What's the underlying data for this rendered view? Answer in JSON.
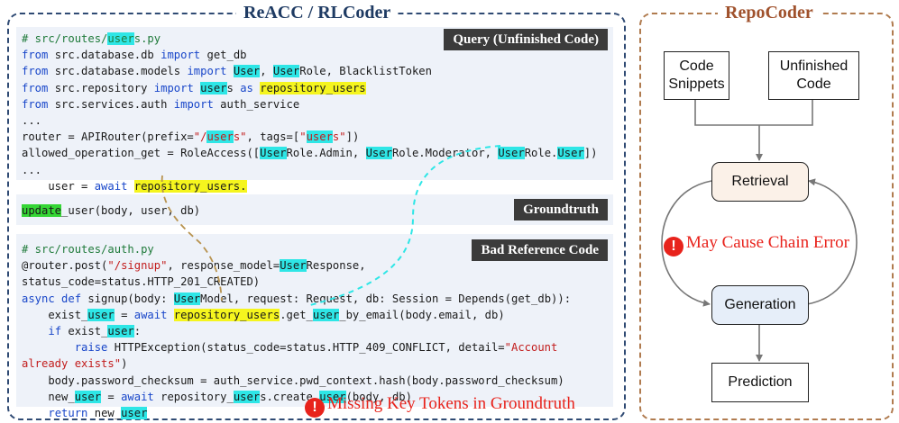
{
  "left_panel": {
    "title": "ReACC / RLCoder"
  },
  "right_panel": {
    "title": "RepoCoder"
  },
  "query": {
    "label": "Query (Unfinished Code)",
    "lines": [
      [
        {
          "t": "# src/routes/",
          "c": "cm"
        },
        {
          "t": "user",
          "c": "cm",
          "h": "c"
        },
        {
          "t": "s.py",
          "c": "cm"
        }
      ],
      [
        {
          "t": "from",
          "c": "kw"
        },
        {
          "t": " src.database.db "
        },
        {
          "t": "import",
          "c": "kw"
        },
        {
          "t": " get_db"
        }
      ],
      [
        {
          "t": "from",
          "c": "kw"
        },
        {
          "t": " src.database.models "
        },
        {
          "t": "import",
          "c": "kw"
        },
        {
          "t": " "
        },
        {
          "t": "User",
          "h": "c"
        },
        {
          "t": ", "
        },
        {
          "t": "User",
          "h": "c"
        },
        {
          "t": "Role, BlacklistToken"
        }
      ],
      [
        {
          "t": "from",
          "c": "kw"
        },
        {
          "t": " src.repository "
        },
        {
          "t": "import",
          "c": "kw"
        },
        {
          "t": " "
        },
        {
          "t": "user",
          "h": "c"
        },
        {
          "t": "s "
        },
        {
          "t": "as",
          "c": "kw"
        },
        {
          "t": " "
        },
        {
          "t": "repository_users",
          "h": "y"
        }
      ],
      [
        {
          "t": "from",
          "c": "kw"
        },
        {
          "t": " src.services.auth "
        },
        {
          "t": "import",
          "c": "kw"
        },
        {
          "t": " auth_service"
        }
      ],
      [
        {
          "t": "..."
        }
      ],
      [
        {
          "t": "router = APIRouter(prefix="
        },
        {
          "t": "\"/",
          "c": "str"
        },
        {
          "t": "user",
          "c": "str",
          "h": "c"
        },
        {
          "t": "s\"",
          "c": "str"
        },
        {
          "t": ", tags=["
        },
        {
          "t": "\"",
          "c": "str"
        },
        {
          "t": "user",
          "c": "str",
          "h": "c"
        },
        {
          "t": "s\"",
          "c": "str"
        },
        {
          "t": "])"
        }
      ],
      [
        {
          "t": "allowed_operation_get = RoleAccess(["
        },
        {
          "t": "User",
          "h": "c"
        },
        {
          "t": "Role.Admin, "
        },
        {
          "t": "User",
          "h": "c"
        },
        {
          "t": "Role.Moderator, "
        },
        {
          "t": "User",
          "h": "c"
        },
        {
          "t": "Role."
        },
        {
          "t": "User",
          "h": "c"
        },
        {
          "t": "])"
        }
      ],
      [
        {
          "t": "..."
        }
      ],
      [
        {
          "t": "    user = "
        },
        {
          "t": "await",
          "c": "kw"
        },
        {
          "t": " "
        },
        {
          "t": "repository_users.",
          "h": "y"
        }
      ]
    ]
  },
  "groundtruth": {
    "label": "Groundtruth",
    "lines": [
      [
        {
          "t": "update",
          "h": "g"
        },
        {
          "t": "_user(body, user, db)"
        }
      ]
    ]
  },
  "bad_reference": {
    "label": "Bad Reference Code",
    "lines": [
      [
        {
          "t": "# src/routes/auth.py",
          "c": "cm"
        }
      ],
      [
        {
          "t": "@router.post("
        },
        {
          "t": "\"/signup\"",
          "c": "str"
        },
        {
          "t": ", response_model="
        },
        {
          "t": "User",
          "h": "c"
        },
        {
          "t": "Response,"
        }
      ],
      [
        {
          "t": "status_code=status.HTTP_201_CREATED)"
        }
      ],
      [
        {
          "t": "async def",
          "c": "kw"
        },
        {
          "t": " signup(body: "
        },
        {
          "t": "User",
          "h": "c"
        },
        {
          "t": "Model, request: Request, db: Session = Depends(get_db)):"
        }
      ],
      [
        {
          "t": "    exist_"
        },
        {
          "t": "user",
          "h": "c"
        },
        {
          "t": " = "
        },
        {
          "t": "await",
          "c": "kw"
        },
        {
          "t": " "
        },
        {
          "t": "repository_users",
          "h": "y"
        },
        {
          "t": ".get_"
        },
        {
          "t": "user",
          "h": "c"
        },
        {
          "t": "_by_email(body.email, db)"
        }
      ],
      [
        {
          "t": "    "
        },
        {
          "t": "if",
          "c": "kw"
        },
        {
          "t": " exist_"
        },
        {
          "t": "user",
          "h": "c"
        },
        {
          "t": ":"
        }
      ],
      [
        {
          "t": "        "
        },
        {
          "t": "raise",
          "c": "kw"
        },
        {
          "t": " HTTPException(status_code=status.HTTP_409_CONFLICT, detail="
        },
        {
          "t": "\"Account",
          "c": "str"
        }
      ],
      [
        {
          "t": "already exists\"",
          "c": "str"
        },
        {
          "t": ")"
        }
      ],
      [
        {
          "t": "    body.password_checksum = auth_service.pwd_context.hash(body.password_checksum)"
        }
      ],
      [
        {
          "t": "    new_"
        },
        {
          "t": "user",
          "h": "c"
        },
        {
          "t": " = "
        },
        {
          "t": "await",
          "c": "kw"
        },
        {
          "t": " repository_"
        },
        {
          "t": "user",
          "h": "c"
        },
        {
          "t": "s.create_"
        },
        {
          "t": "user",
          "h": "c"
        },
        {
          "t": "(body, db)"
        }
      ],
      [
        {
          "t": "    "
        },
        {
          "t": "return",
          "c": "kw"
        },
        {
          "t": " new_"
        },
        {
          "t": "user",
          "h": "c"
        }
      ]
    ]
  },
  "warnings": {
    "missing_tokens": "Missing Key Tokens in Groundtruth",
    "chain_error": "May Cause Chain Error",
    "icon": "!"
  },
  "flow": {
    "code_snippets": "Code\nSnippets",
    "unfinished_code": "Unfinished\nCode",
    "retrieval": "Retrieval",
    "generation": "Generation",
    "prediction": "Prediction"
  },
  "colors": {
    "cyan_highlight": "#2ee6e6",
    "yellow_highlight": "#f5f51e",
    "green_highlight": "#35d635",
    "warning_red": "#e8231c",
    "left_border": "#2f4a73",
    "right_border": "#b07b4f"
  }
}
